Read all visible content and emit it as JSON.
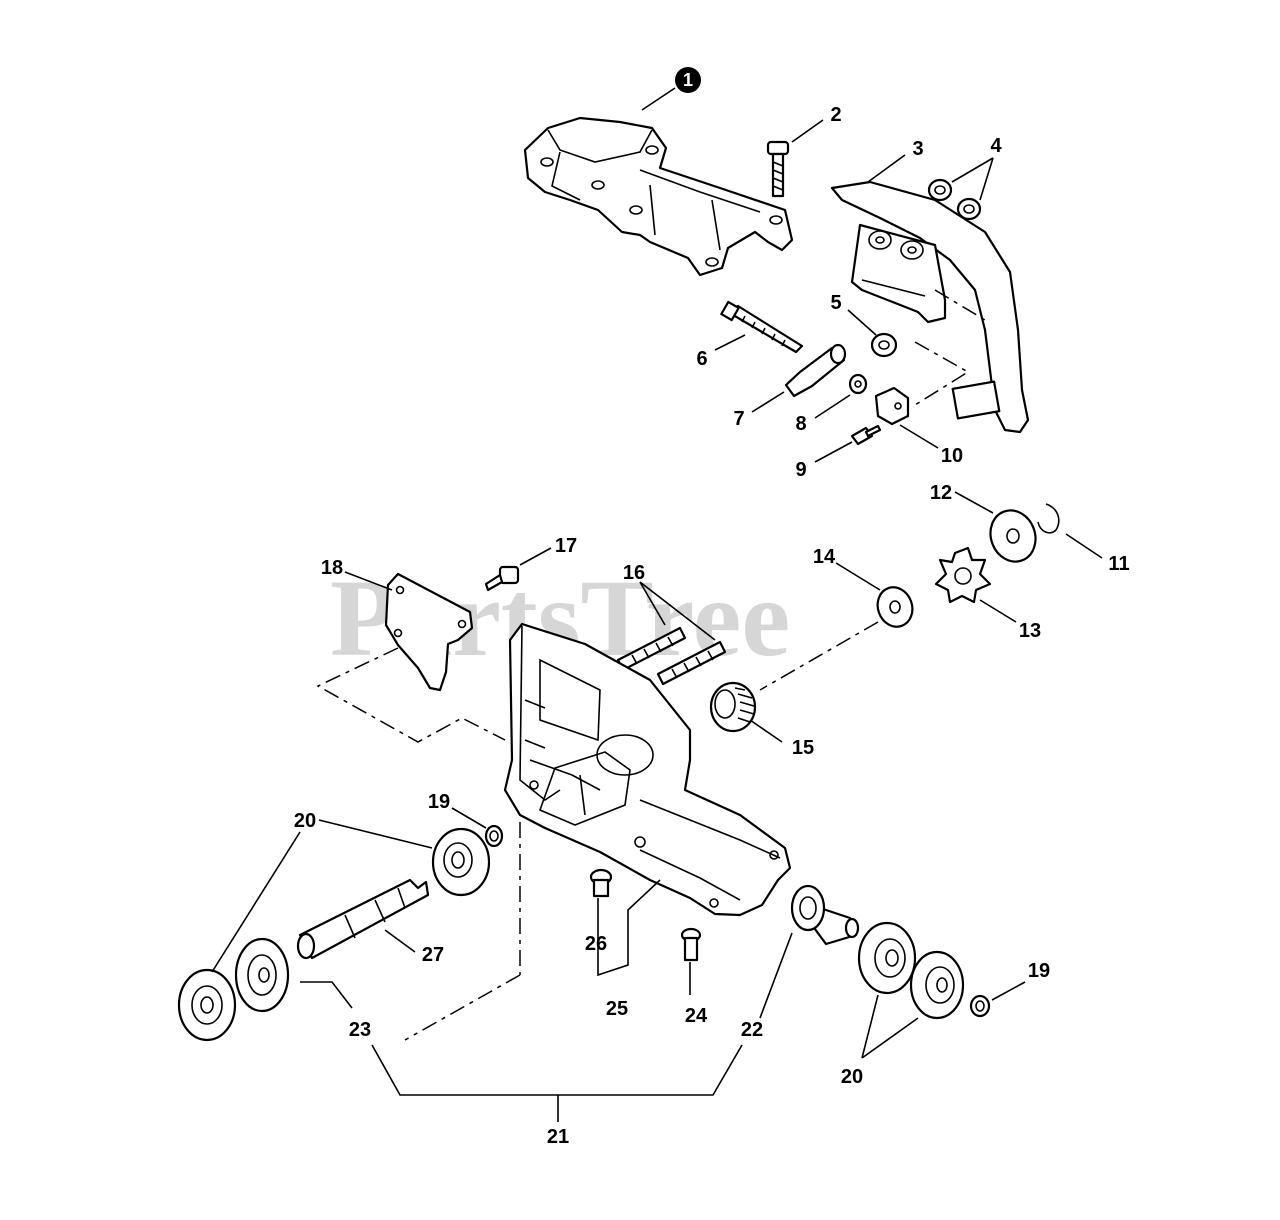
{
  "watermark": "PartsTree",
  "diagram": {
    "callouts": [
      {
        "id": "c1",
        "label": "1",
        "marked": true
      },
      {
        "id": "c2",
        "label": "2"
      },
      {
        "id": "c3",
        "label": "3"
      },
      {
        "id": "c4",
        "label": "4"
      },
      {
        "id": "c5",
        "label": "5"
      },
      {
        "id": "c6",
        "label": "6"
      },
      {
        "id": "c7",
        "label": "7"
      },
      {
        "id": "c8",
        "label": "8"
      },
      {
        "id": "c9",
        "label": "9"
      },
      {
        "id": "c10",
        "label": "10"
      },
      {
        "id": "c11",
        "label": "11"
      },
      {
        "id": "c12",
        "label": "12"
      },
      {
        "id": "c13",
        "label": "13"
      },
      {
        "id": "c14",
        "label": "14"
      },
      {
        "id": "c15",
        "label": "15"
      },
      {
        "id": "c16",
        "label": "16"
      },
      {
        "id": "c17",
        "label": "17"
      },
      {
        "id": "c18",
        "label": "18"
      },
      {
        "id": "c19a",
        "label": "19"
      },
      {
        "id": "c19b",
        "label": "19"
      },
      {
        "id": "c20a",
        "label": "20"
      },
      {
        "id": "c20b",
        "label": "20"
      },
      {
        "id": "c21",
        "label": "21"
      },
      {
        "id": "c22",
        "label": "22"
      },
      {
        "id": "c23",
        "label": "23"
      },
      {
        "id": "c24",
        "label": "24"
      },
      {
        "id": "c25",
        "label": "25"
      },
      {
        "id": "c26",
        "label": "26"
      },
      {
        "id": "c27",
        "label": "27"
      }
    ]
  }
}
